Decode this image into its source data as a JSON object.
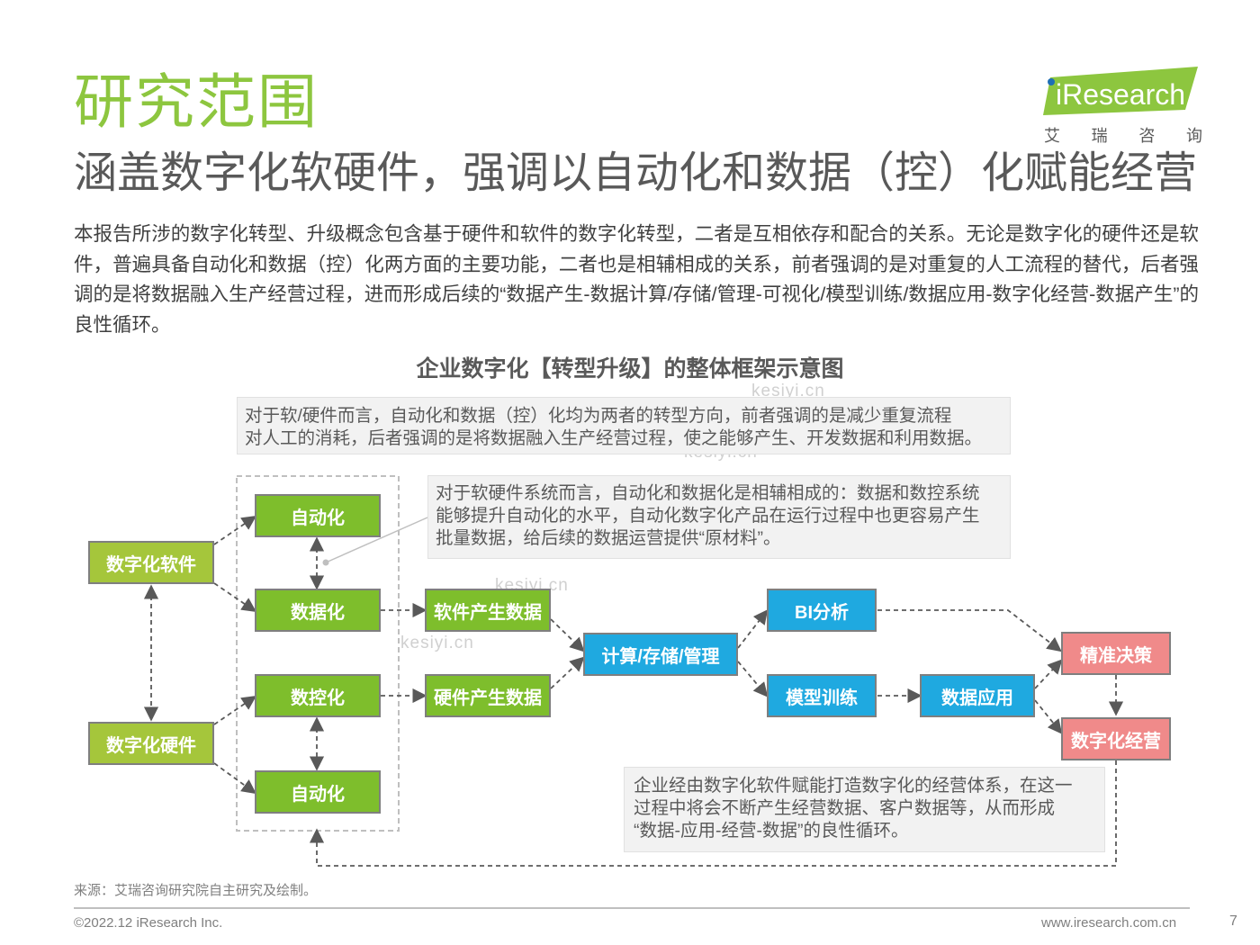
{
  "title": "研究范围",
  "subtitle": "涵盖数字化软硬件，强调以自动化和数据（控）化赋能经营",
  "intro": "本报告所涉的数字化转型、升级概念包含基于硬件和软件的数字化转型，二者是互相依存和配合的关系。无论是数字化的硬件还是软件，普遍具备自动化和数据（控）化两方面的主要功能，二者也是相辅相成的关系，前者强调的是对重复的人工流程的替代，后者强调的是将数据融入生产经营过程，进而形成后续的“数据产生-数据计算/存储/管理-可视化/模型训练/数据应用-数字化经营-数据产生”的良性循环。",
  "logo": {
    "brand": "iResearch",
    "cn_chars": [
      "艾",
      "瑞",
      "咨",
      "询"
    ]
  },
  "diagram": {
    "title": "企业数字化【转型升级】的整体框架示意图",
    "notes": {
      "top_line1": "对于软/硬件而言，自动化和数据（控）化均为两者的转型方向，前者强调的是减少重复流程",
      "top_line2": "对人工的消耗，后者强调的是将数据融入生产经营过程，使之能够产生、开发数据和利用数据。",
      "mid_line1": "对于软硬件系统而言，自动化和数据化是相辅相成的：数据和数控系统",
      "mid_line2": "能够提升自动化的水平，自动化数字化产品在运行过程中也更容易产生",
      "mid_line3": "批量数据，给后续的数据运营提供“原材料”。",
      "bottom_line1": "企业经由数字化软件赋能打造数字化的经营体系，在这一",
      "bottom_line2": "过程中将会不断产生经营数据、客户数据等，从而形成",
      "bottom_line3": "“数据-应用-经营-数据”的良性循环。"
    },
    "nodes": {
      "software": "数字化软件",
      "hardware": "数字化硬件",
      "auto1": "自动化",
      "datafy": "数据化",
      "numctrl": "数控化",
      "auto2": "自动化",
      "sw_data": "软件产生数据",
      "hw_data": "硬件产生数据",
      "compute": "计算/存储/管理",
      "bi": "BI分析",
      "model": "模型训练",
      "app": "数据应用",
      "decision": "精准决策",
      "operation": "数字化经营"
    },
    "watermark": "kesiyi.cn"
  },
  "source": "来源：艾瑞咨询研究院自主研究及绘制。",
  "footer": {
    "copyright": "©2022.12 iResearch Inc.",
    "url": "www.iresearch.com.cn",
    "page": "7"
  },
  "colors": {
    "title_green": "#8dc63f",
    "node_light_green": "#a5c63b",
    "node_green": "#7ebe2c",
    "node_blue": "#1fa9e0",
    "node_red": "#f08a8a"
  }
}
